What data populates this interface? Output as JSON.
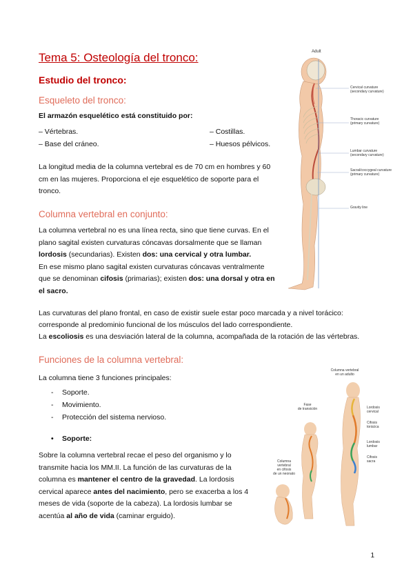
{
  "title": "Tema 5: Osteología del tronco:",
  "section": "Estudio del tronco:",
  "sub1": {
    "heading": "Esqueleto del tronco:",
    "lead": "El armazón esquelético está constituido por:",
    "items": [
      "– Vértebras.",
      "– Base del cráneo.",
      "– Costillas.",
      "– Huesos pélvicos."
    ],
    "para": [
      "La longitud media de la columna vertebral es de 70 cm en hombres y 60",
      "cm en las mujeres. Proporciona el eje esquelético de soporte para el",
      "tronco."
    ]
  },
  "sub2": {
    "heading": "Columna vertebral en conjunto:",
    "l1": "La columna vertebral no es una línea recta, sino que tiene curvas. En el",
    "l2": "plano sagital existen curvaturas cóncavas dorsalmente que se llaman",
    "l3a": "lordosis",
    "l3b": " (secundarias). Existen ",
    "l3c": "dos: una cervical y otra lumbar.",
    "l4": "En ese mismo plano sagital existen curvaturas cóncavas ventralmente",
    "l5a": "que se denominan ",
    "l5b": "cifosis",
    "l5c": " (primarias); existen ",
    "l5d": "dos: una dorsal y otra en",
    "l6": "el sacro.",
    "f1": "Las curvaturas del plano frontal, en caso de existir suele estar poco marcada y a nivel torácico:",
    "f2": "corresponde al predominio funcional de los músculos del lado correspondiente.",
    "f3a": "La ",
    "f3b": "escoliosis",
    "f3c": " es una desviación lateral de la columna, acompañada de la rotación de las vértebras."
  },
  "sub3": {
    "heading": "Funciones de la columna vertebral:",
    "lead": "La columna tiene 3 funciones principales:",
    "items": [
      "Soporte.",
      "Movimiento.",
      "Protección del sistema nervioso."
    ],
    "bullet": "Soporte:",
    "s1": "Sobre la columna vertebral recae el peso del organismo y lo",
    "s2": "transmite hacia los MM.II. La función de las curvaturas de la",
    "s3a": "columna es ",
    "s3b": "mantener el centro de la gravedad",
    "s3c": ". La lordosis",
    "s4a": "cervical aparece ",
    "s4b": "antes del nacimiento",
    "s4c": ", pero se exacerba a los 4",
    "s5": "meses de vida (soporte de la cabeza). La lordosis lumbar se",
    "s6a": "acentúa ",
    "s6b": "al año de vida",
    "s6c": " (caminar erguido)."
  },
  "fig1": {
    "top": "Adult",
    "labels": [
      "Cervical curvature",
      "(secondary curvature)",
      "Thoracic curvature",
      "(primary curvature)",
      "Lumbar curvature",
      "(secondary curvature)",
      "Sacral/coccygeal curvature",
      "(primary curvature)",
      "Gravity line"
    ]
  },
  "fig2": {
    "adult": [
      "Columna vertebral",
      "en un adulto"
    ],
    "trans": [
      "Fase",
      "de transición"
    ],
    "neo": [
      "Columna",
      "vertebral",
      "en cifosis",
      "de un neonato"
    ],
    "labels": [
      "Lordosis",
      "cervical",
      "Cifosis",
      "torácica",
      "Lordosis",
      "lumbar",
      "Cifosis",
      "sacra"
    ]
  },
  "page": "1",
  "colors": {
    "title": "#c00000",
    "subheading": "#e06c5a"
  }
}
